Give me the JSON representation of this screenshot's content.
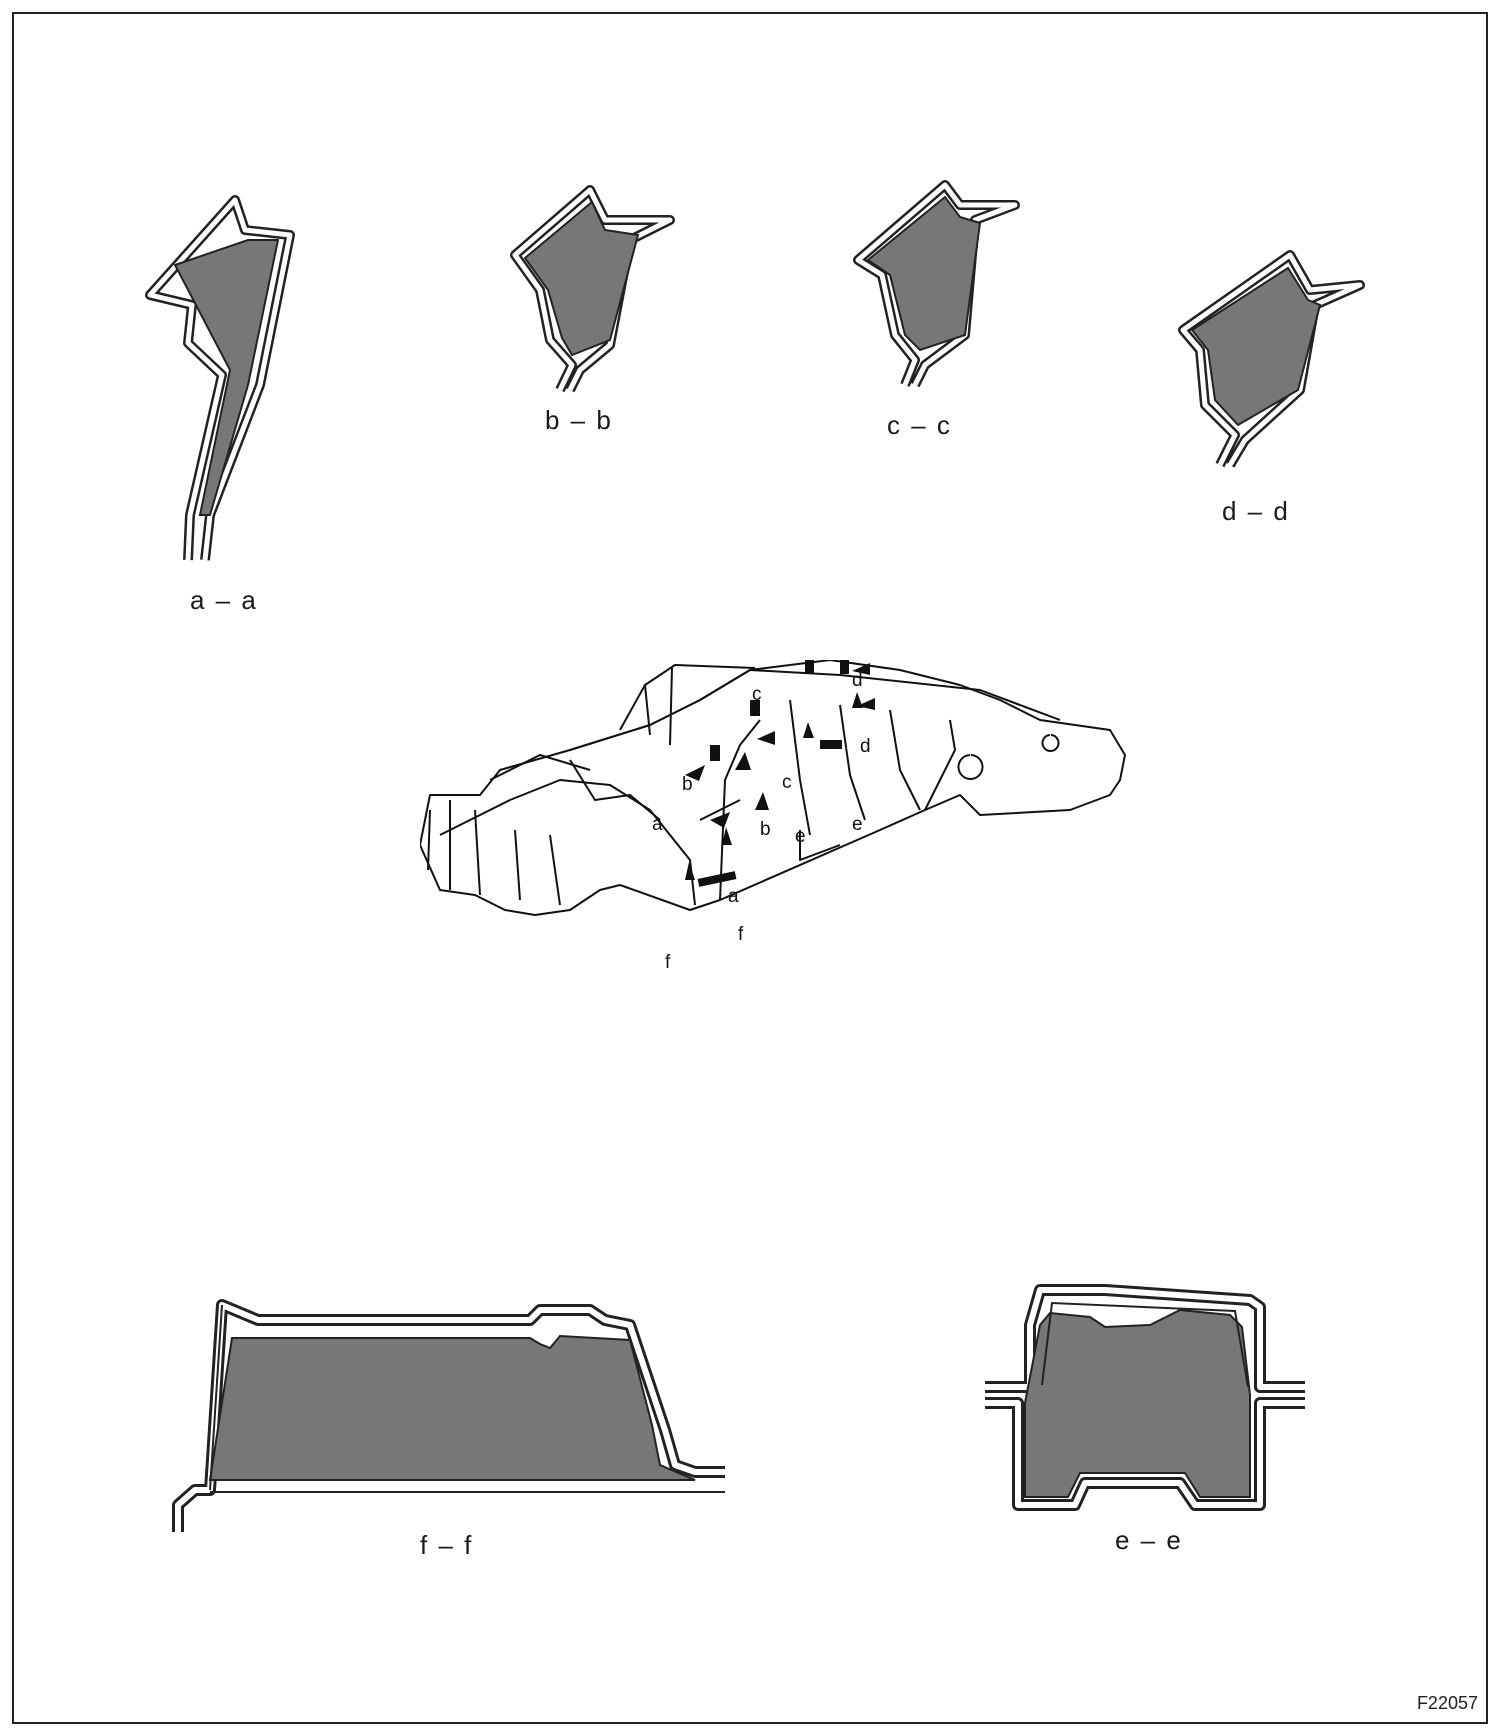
{
  "sections": {
    "aa": {
      "label": "a – a"
    },
    "bb": {
      "label": "b – b"
    },
    "cc": {
      "label": "c – c"
    },
    "dd": {
      "label": "d – d"
    },
    "ff": {
      "label": "f – f"
    },
    "ee": {
      "label": "e – e"
    }
  },
  "vehicle": {
    "callouts": [
      "a",
      "a",
      "b",
      "b",
      "c",
      "c",
      "d",
      "d",
      "e",
      "e",
      "f",
      "f"
    ]
  },
  "figure_code": "F22057",
  "colors": {
    "fill": "#777777",
    "line": "#222222",
    "background": "#ffffff"
  }
}
